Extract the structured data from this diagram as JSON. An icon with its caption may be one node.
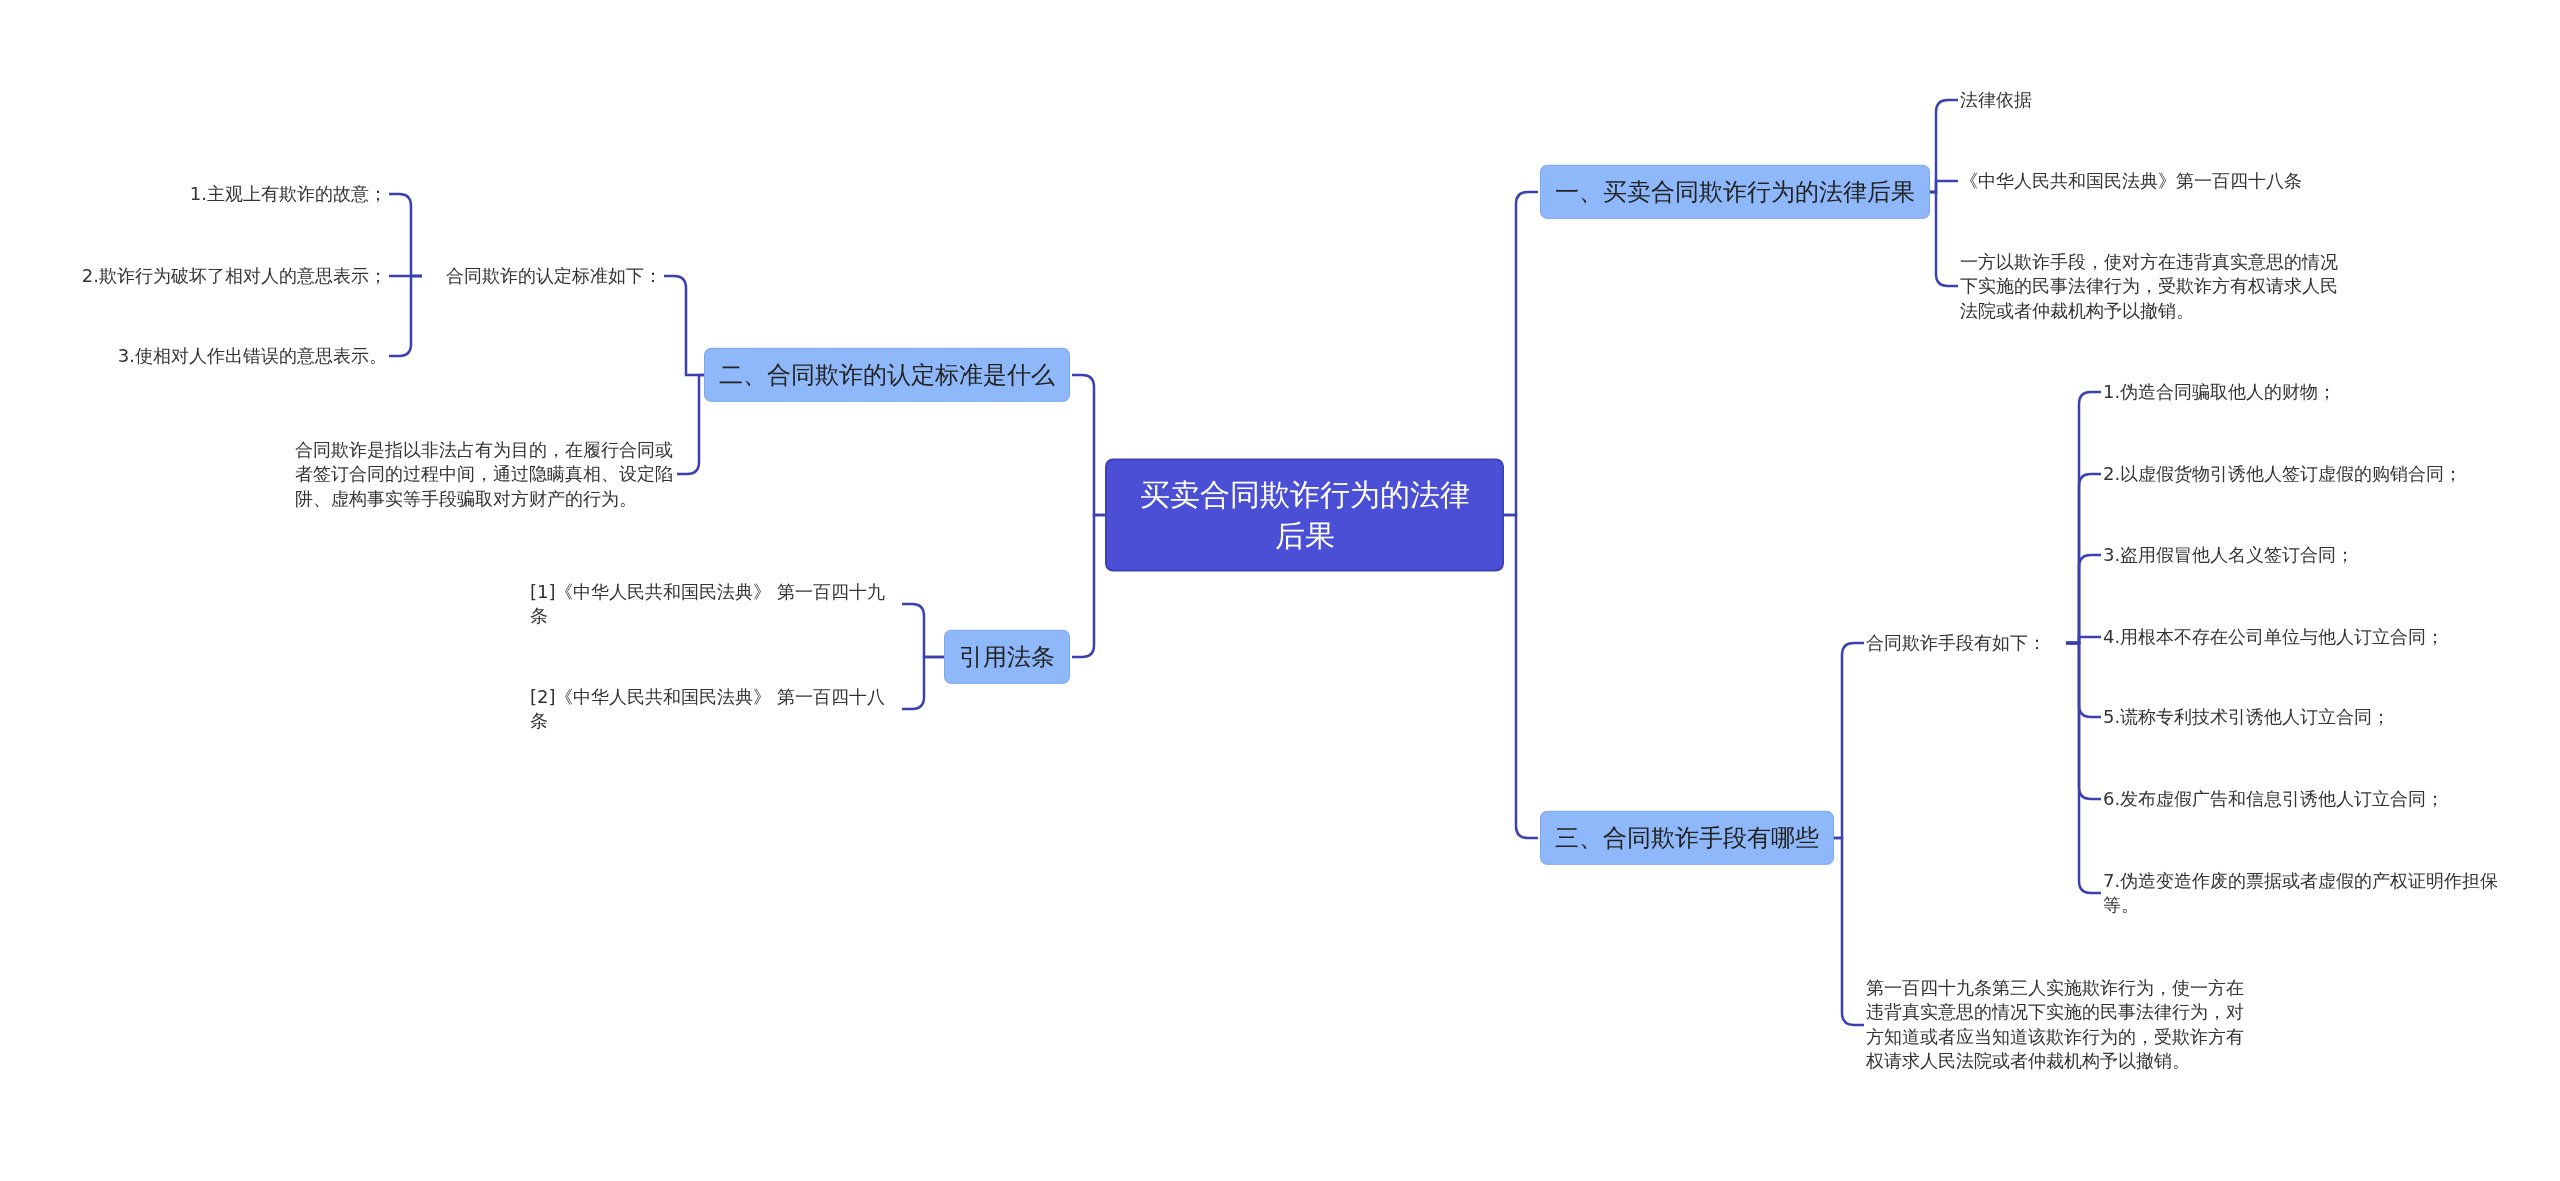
{
  "diagram": {
    "nodes": [
      {
        "text": [
          "买卖合同欺诈行为的法律后果"
        ]
      },
      {
        "text": [
          "一、买卖合同欺诈行为的法律后果"
        ]
      },
      {
        "text": [
          "法律依据"
        ]
      },
      {
        "text": [
          "《中华人民共和国民法典》第一百四十八条"
        ]
      },
      {
        "text": [
          "一方以欺诈手段，使对方在违背真实意思的情况下实施的民事法律行为，受欺诈方有权请求人民法院或者仲裁机构予以撤销。"
        ]
      },
      {
        "text": [
          "三、合同欺诈手段有哪些"
        ]
      },
      {
        "text": [
          "合同欺诈手段有如下："
        ]
      },
      {
        "text": [
          "1.伪造合同骗取他人的财物；"
        ]
      },
      {
        "text": [
          "2.以虚假货物引诱他人签订虚假的购销合同；"
        ]
      },
      {
        "text": [
          "3.盗用假冒他人名义签订合同；"
        ]
      },
      {
        "text": [
          "4.用根本不存在公司单位与他人订立合同；"
        ]
      },
      {
        "text": [
          "5.谎称专利技术引诱他人订立合同；"
        ]
      },
      {
        "text": [
          "6.发布虚假广告和信息引诱他人订立合同；"
        ]
      },
      {
        "text": [
          "7.伪造变造作废的票据或者虚假的产权证明作担保等。"
        ]
      },
      {
        "text": [
          "第一百四十九条第三人实施欺诈行为，使一方在违背真实意思的情况下实施的民事法律行为，对方知道或者应当知道该欺诈行为的，受欺诈方有权请求人民法院或者仲裁机构予以撤销。"
        ]
      },
      {
        "text": [
          "二、合同欺诈的认定标准是什么"
        ]
      },
      {
        "text": [
          "合同欺诈的认定标准如下："
        ]
      },
      {
        "text": [
          "1.主观上有欺诈的故意；"
        ]
      },
      {
        "text": [
          "2.欺诈行为破坏了相对人的意思表示；"
        ]
      },
      {
        "text": [
          "3.使相对人作出错误的意思表示。"
        ]
      },
      {
        "text": [
          "合同欺诈是指以非法占有为目的，在履行合同或者签订合同的过程中间，通过隐瞒真相、设定陷阱、虚构事实等手段骗取对方财产的行为。"
        ]
      },
      {
        "text": [
          "引用法条"
        ]
      },
      {
        "text": [
          "[1]《中华人民共和国民法典》 第一百四十九条"
        ]
      },
      {
        "text": [
          "[2]《中华人民共和国民法典》 第一百四十八条"
        ]
      }
    ],
    "edges": [
      {
        "from": 0,
        "to": 1,
        "arrow": "none"
      },
      {
        "from": 1,
        "to": 2,
        "arrow": "none"
      },
      {
        "from": 1,
        "to": 3,
        "arrow": "none"
      },
      {
        "from": 1,
        "to": 4,
        "arrow": "none"
      },
      {
        "from": 0,
        "to": 5,
        "arrow": "none"
      },
      {
        "from": 5,
        "to": 6,
        "arrow": "none"
      },
      {
        "from": 6,
        "to": 7,
        "arrow": "none"
      },
      {
        "from": 6,
        "to": 8,
        "arrow": "none"
      },
      {
        "from": 6,
        "to": 9,
        "arrow": "none"
      },
      {
        "from": 6,
        "to": 10,
        "arrow": "none"
      },
      {
        "from": 6,
        "to": 11,
        "arrow": "none"
      },
      {
        "from": 6,
        "to": 12,
        "arrow": "none"
      },
      {
        "from": 6,
        "to": 13,
        "arrow": "none"
      },
      {
        "from": 5,
        "to": 14,
        "arrow": "none"
      },
      {
        "from": 0,
        "to": 15,
        "arrow": "none"
      },
      {
        "from": 15,
        "to": 16,
        "arrow": "none"
      },
      {
        "from": 16,
        "to": 17,
        "arrow": "none"
      },
      {
        "from": 16,
        "to": 18,
        "arrow": "none"
      },
      {
        "from": 16,
        "to": 19,
        "arrow": "none"
      },
      {
        "from": 15,
        "to": 20,
        "arrow": "none"
      },
      {
        "from": 0,
        "to": 21,
        "arrow": "none"
      },
      {
        "from": 21,
        "to": 22,
        "arrow": "none"
      },
      {
        "from": 21,
        "to": 23,
        "arrow": "none"
      }
    ]
  }
}
